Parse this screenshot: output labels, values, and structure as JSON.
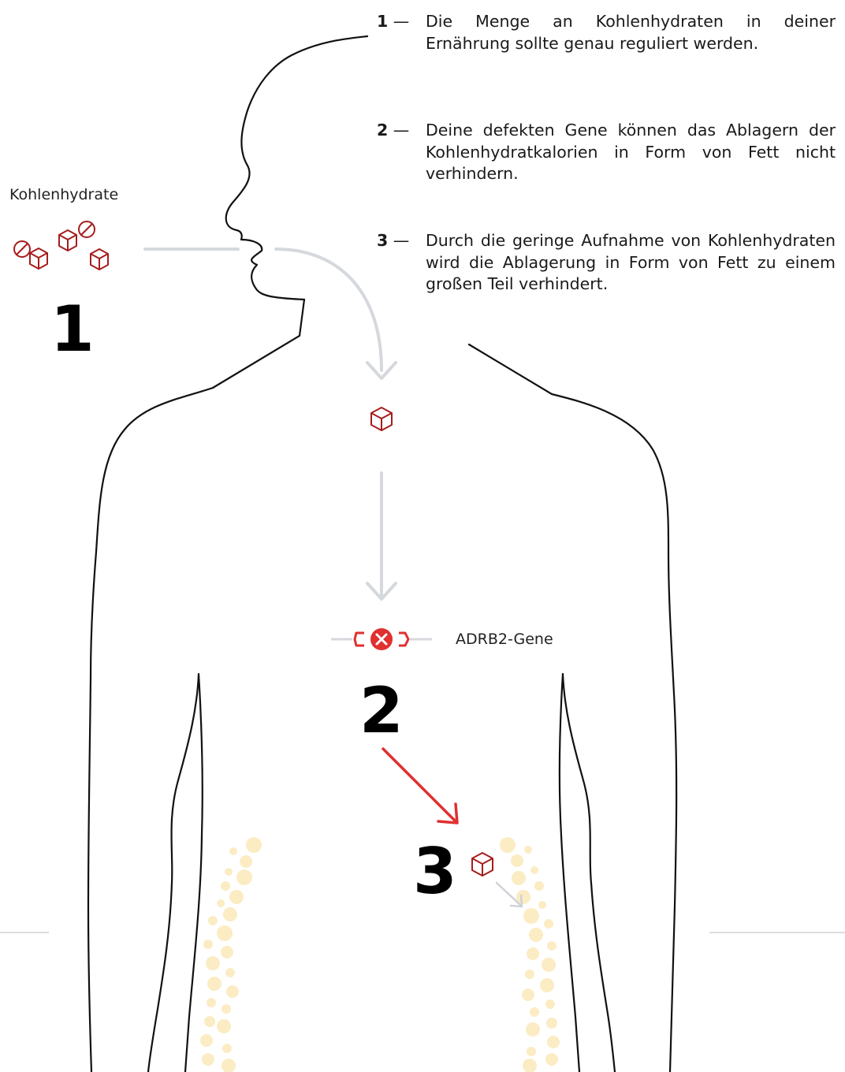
{
  "notes": [
    {
      "num": "1",
      "dash": "—",
      "text": "Die Menge an Kohlenhydraten in deiner Ernährung sollte genau reguliert werden."
    },
    {
      "num": "2",
      "dash": "—",
      "text": "Deine defekten Gene können das Ablagern der Kohlenhydratkalorien in Form von Fett nicht verhindern."
    },
    {
      "num": "3",
      "dash": "—",
      "text": "Durch die geringe Aufnahme von Kohlenhydraten wird die Ablagerung in Form von Fett zu einem großen Teil verhindert."
    }
  ],
  "labels": {
    "carbs": "Kohlenhydrate",
    "gene": "ADRB2-Gene"
  },
  "steps": [
    "1",
    "2",
    "3"
  ],
  "colors": {
    "outline": "#111111",
    "arrow": "#d5d8dc",
    "carb_icon": "#a61d1d",
    "gene": "#e03030",
    "fat": "#fbecc4"
  }
}
